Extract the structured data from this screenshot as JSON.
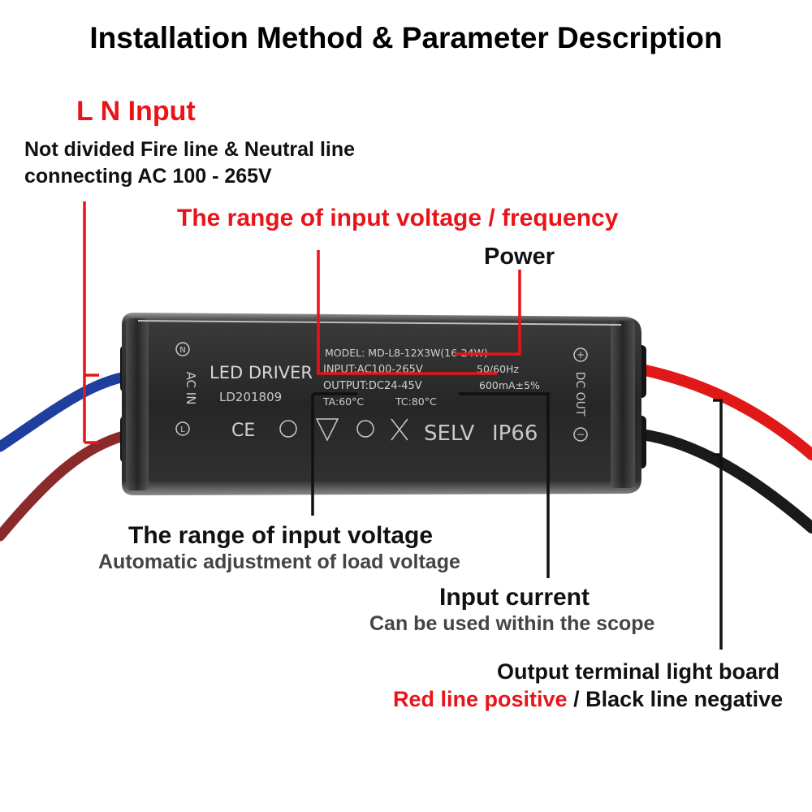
{
  "title": "Installation Method & Parameter Description",
  "ln_input": {
    "title": "L N Input",
    "desc_line1": "Not divided Fire line & Neutral line",
    "desc_line2": "connecting AC 100 - 265V"
  },
  "range_freq": "The range of input voltage / frequency",
  "power": "Power",
  "range_input_voltage": {
    "title": "The range of input voltage",
    "desc": "Automatic adjustment of load voltage"
  },
  "input_current": {
    "title": "Input current",
    "desc": "Can be used within the scope"
  },
  "output": {
    "title": "Output terminal light board",
    "red_text": "Red line positive",
    "separator": " / ",
    "black_text": "Black line negative"
  },
  "driver": {
    "brand": "LED DRIVER",
    "code": "LD201809",
    "model": "MODEL: MD-L8-12X3W(16-24W)",
    "input": "INPUT:AC100-265V",
    "freq": "50/60Hz",
    "output": "OUTPUT:DC24-45V",
    "current": "600mA±5%",
    "ta": "TA:60°C",
    "tc": "TC:80°C",
    "selv": "SELV",
    "ip": "IP66",
    "ac_in": "AC IN",
    "dc_out": "DC OUT",
    "n_mark": "N",
    "l_mark": "L",
    "plus_mark": "+",
    "minus_mark": "−",
    "ce": "CE"
  },
  "colors": {
    "accent_red": "#e8141a",
    "leader_black": "#111111",
    "wire_blue": "#1f3f9e",
    "wire_brown": "#8a2a2a",
    "wire_red": "#e01818",
    "wire_black": "#1a1a1a"
  }
}
